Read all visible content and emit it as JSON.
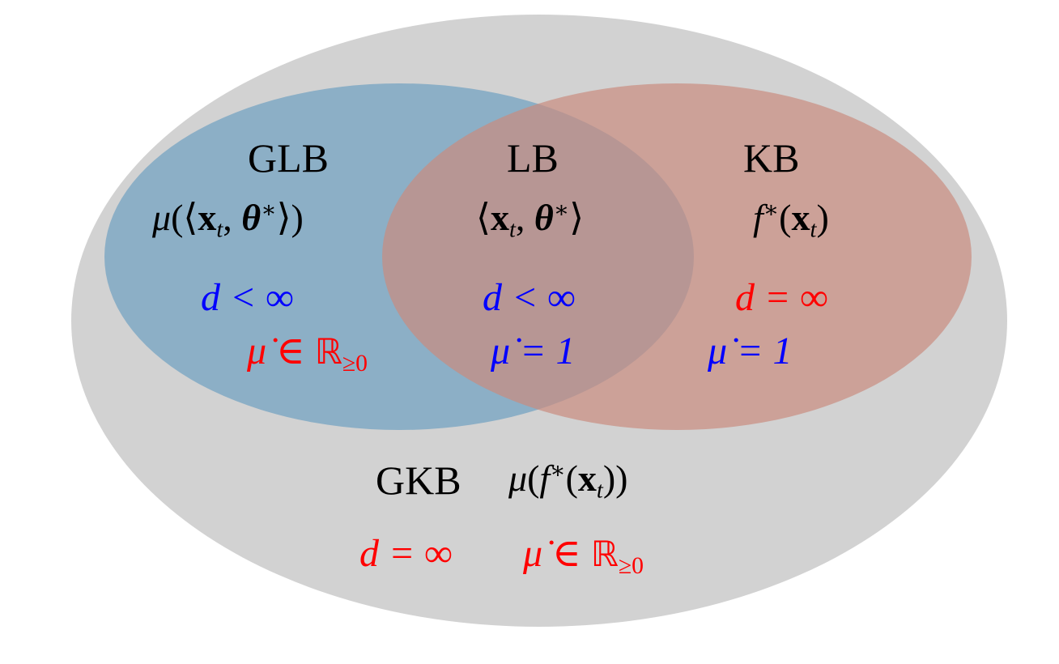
{
  "regions": {
    "glb": {
      "name": "GLB",
      "model": "μ(⟨x_t, θ*⟩)",
      "dimension": "d < ∞",
      "link_derivative": "μ̇ ∈ ℝ≥0"
    },
    "lb": {
      "name": "LB",
      "model": "⟨x_t, θ*⟩",
      "dimension": "d < ∞",
      "link_derivative": "μ̇ = 1"
    },
    "kb": {
      "name": "KB",
      "model": "f*(x_t)",
      "dimension": "d = ∞",
      "link_derivative": "μ̇ = 1"
    },
    "gkb": {
      "name": "GKB",
      "model": "μ(f*(x_t))",
      "dimension": "d = ∞",
      "link_derivative": "μ̇ ∈ ℝ≥0"
    }
  },
  "colors": {
    "outer_fill": "#d2d2d2",
    "left_fill": "#6d9fc1",
    "right_fill": "#c98c7f",
    "text_black": "#000000",
    "text_blue": "#0000ff",
    "text_red": "#ff0000"
  }
}
